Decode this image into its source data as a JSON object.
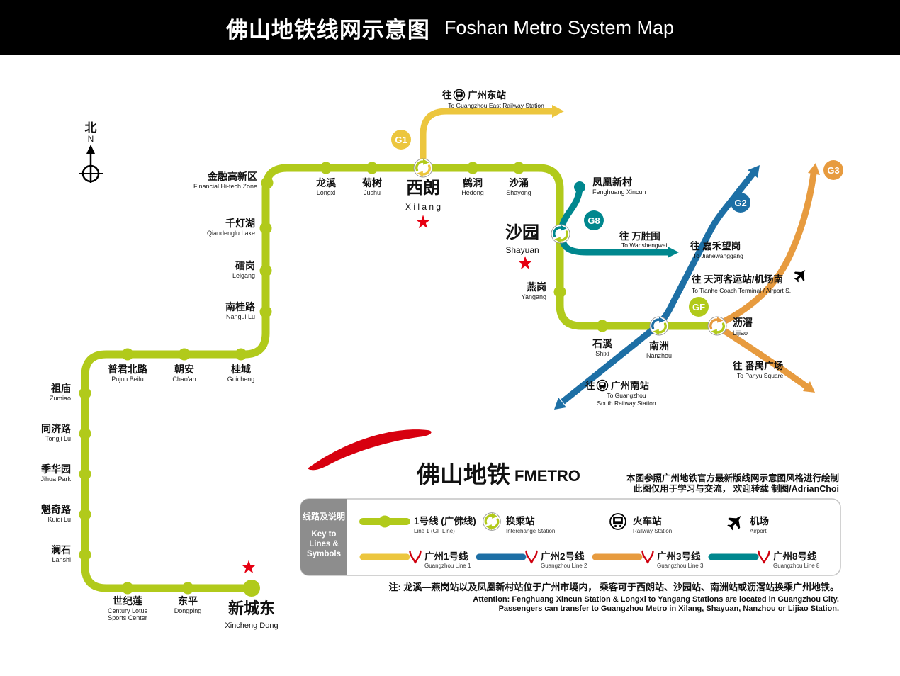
{
  "header": {
    "title_zh": "佛山地铁线网示意图",
    "title_en": "Foshan Metro System Map"
  },
  "compass": {
    "zh": "北",
    "en": "N"
  },
  "colors": {
    "line1": "#b1ca1b",
    "gz1": "#ecc63e",
    "gz2": "#1d6fa5",
    "gz3": "#e79b3f",
    "gz8": "#00878e",
    "star": "#e60012",
    "logo_red": "#d7000f",
    "logo_blue": "#0050a2"
  },
  "badges": {
    "g1": "G1",
    "g2": "G2",
    "g3": "G3",
    "g8": "G8",
    "gf": "GF"
  },
  "stars": "★",
  "st": {
    "jinrong": {
      "zh": "金融高新区",
      "en": "Financial Hi-tech Zone"
    },
    "longxi": {
      "zh": "龙溪",
      "en": "Longxi"
    },
    "jushu": {
      "zh": "菊树",
      "en": "Jushu"
    },
    "xilang": {
      "zh": "西朗",
      "en": "X i l a n g"
    },
    "hedong": {
      "zh": "鹤洞",
      "en": "Hedong"
    },
    "shayong": {
      "zh": "沙涌",
      "en": "Shayong"
    },
    "fenghuang": {
      "zh": "凤凰新村",
      "en": "Fenghuang Xincun"
    },
    "shayuan": {
      "zh": "沙园",
      "en": "Shayuan"
    },
    "yangang": {
      "zh": "燕岗",
      "en": "Yangang"
    },
    "shixi": {
      "zh": "石溪",
      "en": "Shixi"
    },
    "nanzhou": {
      "zh": "南洲",
      "en": "Nanzhou"
    },
    "lijiao": {
      "zh": "沥滘",
      "en": "Lijiao"
    },
    "qiandenghu": {
      "zh": "千灯湖",
      "en": "Qiandenglu Lake"
    },
    "leigang": {
      "zh": "礌岗",
      "en": "Leigang"
    },
    "nanguilu": {
      "zh": "南桂路",
      "en": "Nangui Lu"
    },
    "guicheng": {
      "zh": "桂城",
      "en": "Guicheng"
    },
    "chaoan": {
      "zh": "朝安",
      "en": "Chao'an"
    },
    "pujun": {
      "zh": "普君北路",
      "en": "Pujun Beilu"
    },
    "zumiao": {
      "zh": "祖庙",
      "en": "Zumiao"
    },
    "tongji": {
      "zh": "同济路",
      "en": "Tongji Lu"
    },
    "jihua": {
      "zh": "季华园",
      "en": "Jihua Park"
    },
    "kuiqi": {
      "zh": "魁奇路",
      "en": "Kuiqi Lu"
    },
    "lanshi": {
      "zh": "澜石",
      "en": "Lanshi"
    },
    "shijilian": {
      "zh": "世纪莲",
      "en1": "Century Lotus",
      "en2": "Sports Center"
    },
    "dongping": {
      "zh": "东平",
      "en": "Dongping"
    },
    "xincheng": {
      "zh": "新城东",
      "en": "Xincheng Dong"
    }
  },
  "dest": {
    "gz_east": {
      "prefix": "往",
      "name": "广州东站",
      "en": "To Guangzhou East Railway Station"
    },
    "wanshengwei": {
      "zh": "往 万胜围",
      "en": "To Wanshengwei"
    },
    "jiahewanggang": {
      "zh": "往 嘉禾望岗",
      "en": "To Jiahewanggang"
    },
    "tianhe": {
      "zh": "往 天河客运站/机场南",
      "en": "To Tianhe Coach Terminal / Airport S."
    },
    "gz_south": {
      "prefix": "往",
      "name": "广州南站",
      "en1": "To Guangzhou",
      "en2": "South Railway Station"
    },
    "panyu": {
      "zh": "往 番禺广场",
      "en": "To Panyu Square"
    }
  },
  "logo": {
    "zh": "佛山地铁",
    "en": "FMETRO"
  },
  "credit": {
    "line1": "本图参照广州地铁官方最新版线网示意图风格进行绘制",
    "line2": "此图仅用于学习与交流， 欢迎转载  制图/AdrianChoi"
  },
  "legend": {
    "key": {
      "zh": "线路及说明",
      "en1": "Key to",
      "en2": "Lines &",
      "en3": "Symbols"
    },
    "line1": {
      "zh": "1号线 (广佛线)",
      "en": "Line 1 (GF Line)"
    },
    "interchange": {
      "zh": "换乘站",
      "en": "Interchange Station"
    },
    "railway": {
      "zh": "火车站",
      "en": "Railway Station"
    },
    "airport": {
      "zh": "机场",
      "en": "Airport"
    },
    "gz1": {
      "zh": "广州1号线",
      "en": "Guangzhou Line 1"
    },
    "gz2": {
      "zh": "广州2号线",
      "en": "Guangzhou Line 2"
    },
    "gz3": {
      "zh": "广州3号线",
      "en": "Guangzhou Line 3"
    },
    "gz8": {
      "zh": "广州8号线",
      "en": "Guangzhou Line 8"
    }
  },
  "note": {
    "zh": "注: 龙溪—燕岗站以及凤凰新村站位于广州市境内， 乘客可于西朗站、沙园站、南洲站或沥滘站换乘广州地铁。",
    "en1": "Attention: Fenghuang Xincun Station & Longxi to Yangang Stations are located in Guangzhou City.",
    "en2": "Passengers can transfer to Guangzhou Metro in Xilang, Shayuan, Nanzhou or Lijiao Station."
  }
}
